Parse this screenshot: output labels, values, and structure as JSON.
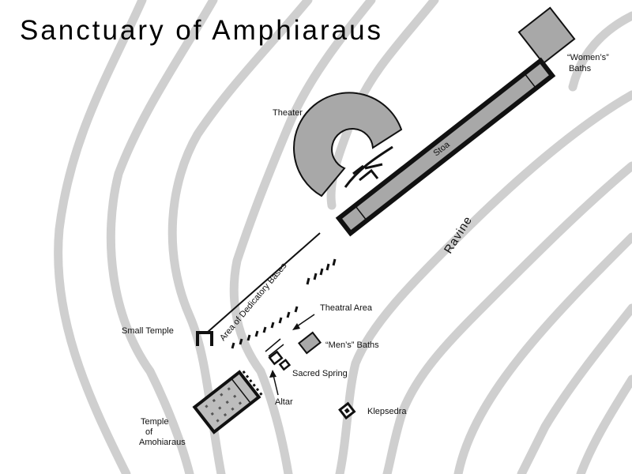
{
  "map": {
    "title": "Sanctuary of Amphiaraus",
    "labels": {
      "womens_baths_line1": "“Women’s”",
      "womens_baths_line2": "Baths",
      "theater": "Theater",
      "stoa": "Stoa",
      "ravine": "Ravine",
      "dedicatory_bases": "Area of Dedicatory Bases",
      "theatral_area": "Theatral Area",
      "small_temple": "Small Temple",
      "mens_baths": "“Men’s” Baths",
      "sacred_spring": "Sacred Spring",
      "altar": "Altar",
      "klepsedra": "Klepsedra",
      "temple_line1": "Temple",
      "temple_line2": "of",
      "temple_line3": "Amohiaraus"
    },
    "colors": {
      "contour": "#cfcfcf",
      "building_fill": "#a8a8a8",
      "outline": "#111111",
      "background": "#ffffff"
    }
  }
}
